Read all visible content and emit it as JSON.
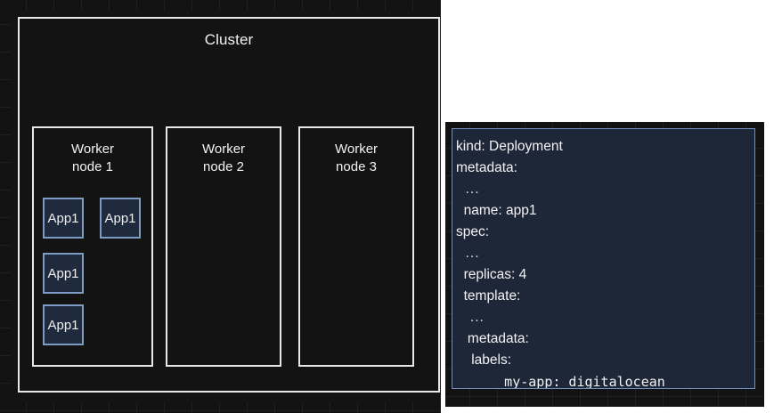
{
  "diagram": {
    "cluster": {
      "title": "Cluster",
      "nodes": [
        {
          "label_line1": "Worker",
          "label_line2": "node 1",
          "apps": [
            {
              "label": "App1"
            },
            {
              "label": "App1"
            },
            {
              "label": "App1"
            },
            {
              "label": "App1"
            }
          ]
        },
        {
          "label_line1": "Worker",
          "label_line2": "node 2",
          "apps": []
        },
        {
          "label_line1": "Worker",
          "label_line2": "node 3",
          "apps": []
        }
      ]
    }
  },
  "yaml_panel": {
    "lines": [
      {
        "text": "kind: Deployment",
        "mono": false
      },
      {
        "text": "metadata:",
        "mono": false
      },
      {
        "text": "  ...",
        "mono": false
      },
      {
        "text": "  name: app1",
        "mono": false
      },
      {
        "text": "spec:",
        "mono": false
      },
      {
        "text": "  ...",
        "mono": false
      },
      {
        "text": "  replicas: 4",
        "mono": false
      },
      {
        "text": "  template:",
        "mono": false
      },
      {
        "text": "   ...",
        "mono": false
      },
      {
        "text": "   metadata:",
        "mono": false
      },
      {
        "text": "    labels:",
        "mono": false
      },
      {
        "text": "      my-app: digitalocean",
        "mono": true
      }
    ]
  },
  "colors": {
    "panel_background": "#121212",
    "box_border": "#e8e8e8",
    "app_fill": "#1f2a3d",
    "app_border": "#7e9bc4",
    "yaml_fill": "#1e2738",
    "yaml_border": "#6f8fbd",
    "text": "#f2f2f2",
    "page_background": "#ffffff"
  }
}
